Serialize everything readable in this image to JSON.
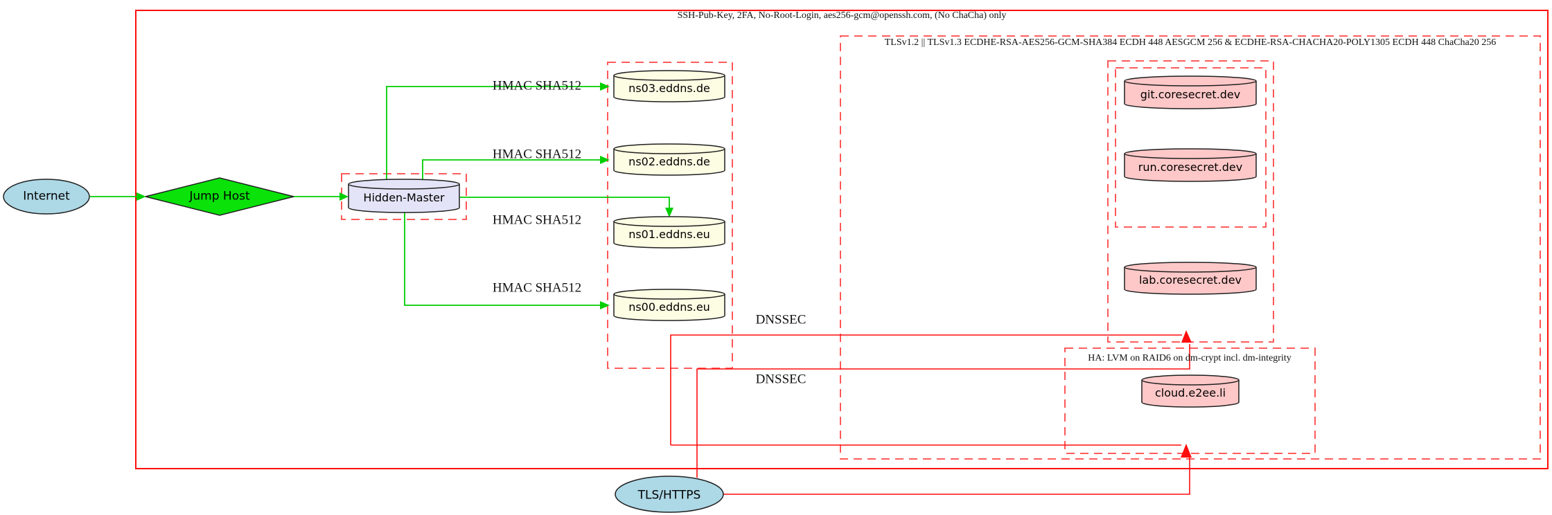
{
  "clusters": {
    "ssh_box": {
      "label": "SSH-Pub-Key, 2FA, No-Root-Login, aes256-gcm@openssh.com, (No ChaCha) only"
    },
    "tls_box": {
      "label": "TLSv1.2 || TLSv1.3 ECDHE-RSA-AES256-GCM-SHA384 ECDH 448 AESGCM 256 & ECDHE-RSA-CHACHA20-POLY1305 ECDH 448 ChaCha20 256"
    },
    "ha_box": {
      "label": "HA: LVM on RAID6 on dm-crypt incl. dm-integrity"
    }
  },
  "nodes": {
    "internet": {
      "label": "Internet",
      "shape": "ellipse"
    },
    "jump_host": {
      "label": "Jump Host",
      "shape": "diamond"
    },
    "hidden_master": {
      "label": "Hidden-Master",
      "shape": "cylinder"
    },
    "ns03": {
      "label": "ns03.eddns.de",
      "shape": "cylinder"
    },
    "ns02": {
      "label": "ns02.eddns.de",
      "shape": "cylinder"
    },
    "ns01": {
      "label": "ns01.eddns.eu",
      "shape": "cylinder"
    },
    "ns00": {
      "label": "ns00.eddns.eu",
      "shape": "cylinder"
    },
    "git": {
      "label": "git.coresecret.dev",
      "shape": "cylinder"
    },
    "run": {
      "label": "run.coresecret.dev",
      "shape": "cylinder"
    },
    "lab": {
      "label": "lab.coresecret.dev",
      "shape": "cylinder"
    },
    "cloud": {
      "label": "cloud.e2ee.li",
      "shape": "cylinder"
    },
    "tls_https": {
      "label": "TLS/HTTPS",
      "shape": "ellipse"
    }
  },
  "edge_labels": {
    "hmac": "HMAC SHA512",
    "dnssec": "DNSSEC"
  },
  "colors": {
    "green_edge": "#00CE00",
    "green_node": "#0AE20A",
    "red_solid": "#FF0D0D",
    "red_dashed": "#FF4545",
    "lightblue": "#ADD8E6",
    "lightyellow": "#FDFDE4",
    "pink": "#FFC8C8",
    "lavender": "#E4E4F8",
    "outline": "#1f1f1f"
  }
}
